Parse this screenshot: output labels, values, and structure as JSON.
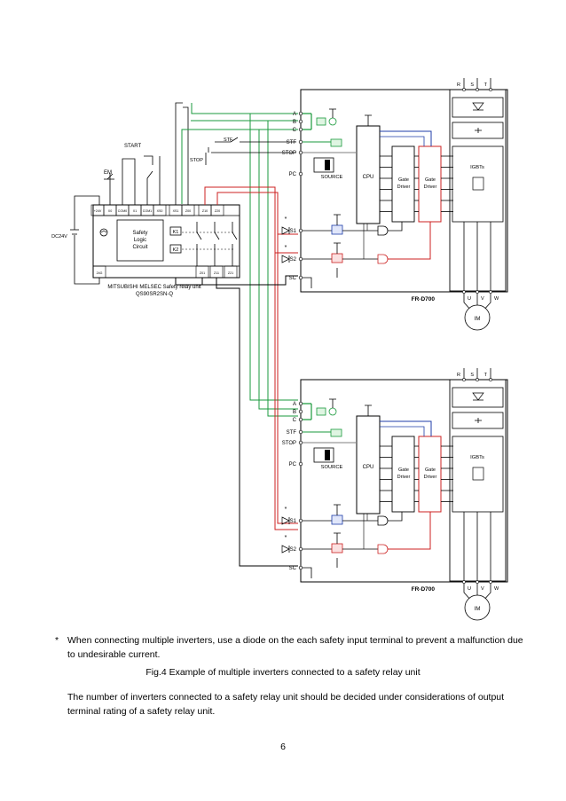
{
  "relay_unit": {
    "top_terminals": [
      "+24V",
      "X0",
      "COM0",
      "X1",
      "COM1",
      "XS0",
      "XS1",
      "Z00",
      "Z10",
      "Z20"
    ],
    "bottom_terminals": [
      "24G",
      "Z01",
      "Z11",
      "Z21"
    ],
    "logic_label_1": "Safety",
    "logic_label_2": "Logic",
    "logic_label_3": "Circuit",
    "k1": "K1",
    "k2": "K2",
    "name_line1": "MITSUBISHI MELSEC Safety relay unit",
    "name_line2": "QS90SR2SN-Q",
    "supply": "DC24V",
    "em": "EM",
    "start": "START"
  },
  "inverters": [
    {
      "model": "FR-D700",
      "stf_switch": "STF",
      "stop_switch": "STOP",
      "terminals": {
        "a": "A",
        "b": "B",
        "c": "C",
        "stf": "STF",
        "stop": "STOP",
        "pc": "PC",
        "s1": "S1",
        "s2": "S2",
        "sc": "SC"
      },
      "source": "SOURCE",
      "cpu": "CPU",
      "gate_driver_1": [
        "Gate",
        "Driver"
      ],
      "gate_driver_2": [
        "Gate",
        "Driver"
      ],
      "igbts": "IGBTs",
      "input_phases": [
        "R",
        "S",
        "T"
      ],
      "output_phases": [
        "U",
        "V",
        "W"
      ],
      "motor": "IM",
      "diode_mark": "*"
    },
    {
      "model": "FR-D700",
      "stf_switch": "STF",
      "stop_switch": "STOP",
      "terminals": {
        "a": "A",
        "b": "B",
        "c": "C",
        "stf": "STF",
        "stop": "STOP",
        "pc": "PC",
        "s1": "S1",
        "s2": "S2",
        "sc": "SC"
      },
      "source": "SOURCE",
      "cpu": "CPU",
      "gate_driver_1": [
        "Gate",
        "Driver"
      ],
      "gate_driver_2": [
        "Gate",
        "Driver"
      ],
      "igbts": "IGBTs",
      "input_phases": [
        "R",
        "S",
        "T"
      ],
      "output_phases": [
        "U",
        "V",
        "W"
      ],
      "motor": "IM",
      "diode_mark": "*"
    }
  ],
  "colors": {
    "green": "#1a9a3c",
    "red": "#cc2020",
    "blue": "#1f3ea8",
    "black": "#000000"
  },
  "text": {
    "note_star": "*",
    "note": "When connecting multiple inverters, use a diode on the each safety input terminal to prevent a malfunction due to undesirable current.",
    "caption": "Fig.4 Example of multiple inverters connected to a safety relay unit",
    "paragraph": "The number of inverters connected to a safety relay unit should be decided under considerations of output terminal rating of a safety relay unit.",
    "page_number": "6"
  }
}
